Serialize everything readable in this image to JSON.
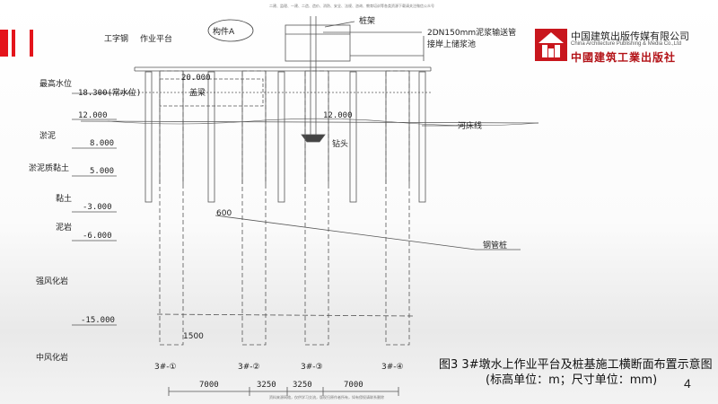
{
  "header": {
    "top_note": "二建、监理、一建、二造、造价、消防、安全、法规、咨询、教育培训等各类资源下载请关注微信公众号"
  },
  "logo": {
    "name_cn": "中国建筑出版传媒有限公司",
    "name_en": "China Architecture Publishing & Media Co.,Ltd",
    "calligraphy": "中國建筑工業出版社"
  },
  "drawing": {
    "labels": {
      "i_beam": "工字钢",
      "platform": "作业平台",
      "component_a": "构件A",
      "pile_frame": "桩架",
      "mud_pipe": "2DN150mm泥浆输送管",
      "mud_pool": "接岸上储浆池",
      "top_beam": "盖梁",
      "drill_bit": "钻头",
      "riverbed": "河床线",
      "steel_pipe_pile": "钢管桩",
      "dim_600": "600",
      "dim_1500": "1500"
    },
    "elevations": [
      {
        "name": "最高水位",
        "value": "20.000"
      },
      {
        "name": "",
        "value": "18.300(常水位)"
      },
      {
        "name": "",
        "value": "12.000"
      },
      {
        "name": "淤泥",
        "value": "8.000"
      },
      {
        "name": "淤泥质黏土",
        "value": "5.000"
      },
      {
        "name": "黏土",
        "value": "-3.000"
      },
      {
        "name": "泥岩",
        "value": "-6.000"
      },
      {
        "name": "强风化岩",
        "value": "-15.000"
      },
      {
        "name": "中风化岩",
        "value": ""
      }
    ],
    "elev_12_right": "12.000",
    "pile_ids": [
      "3#-①",
      "3#-②",
      "3#-③",
      "3#-④"
    ],
    "dimensions": [
      "7000",
      "3250",
      "3250",
      "7000"
    ]
  },
  "caption": {
    "line1": "图3  3#墩水上作业平台及桩基施工横断面布置示意图",
    "line2": "(标高单位：m；尺寸单位：mm)"
  },
  "footer": {
    "note": "资料来源网络，仅供学习交流，版权归原作者所有，如有侵权请联系删除",
    "page_number": "4"
  },
  "colors": {
    "accent_red": "#e4141b",
    "line": "#555555"
  }
}
